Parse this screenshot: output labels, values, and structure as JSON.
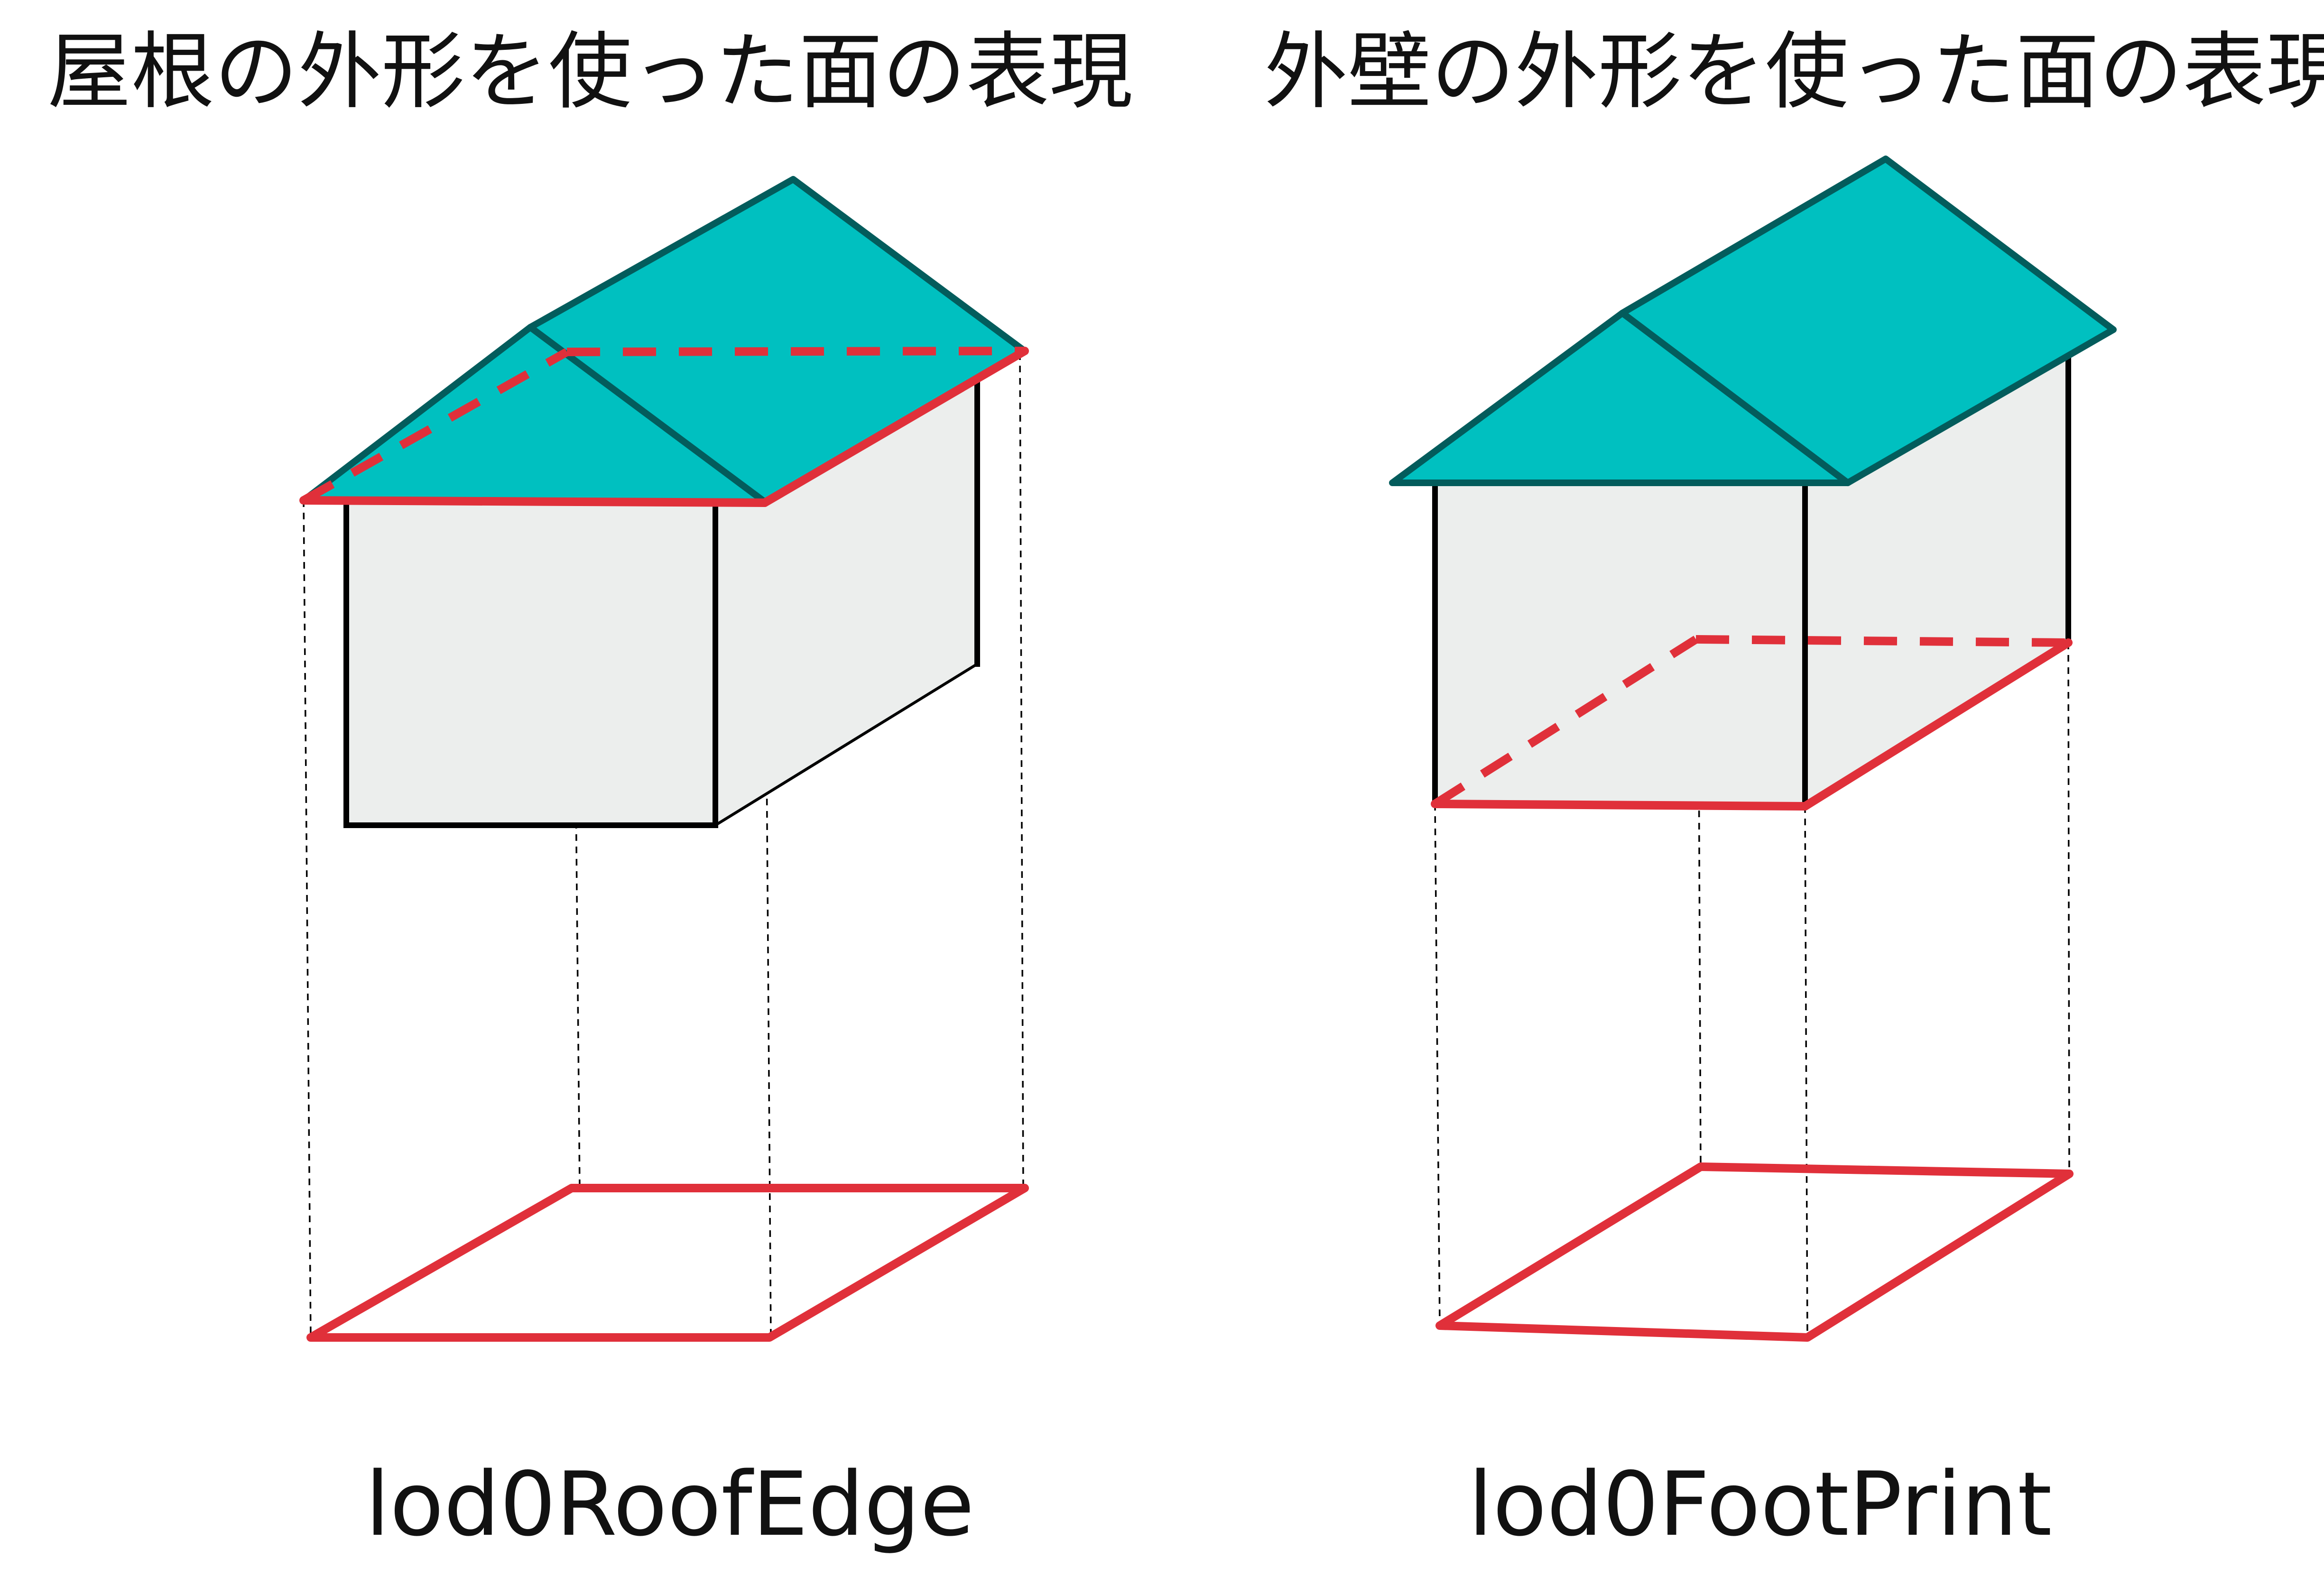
{
  "diagram": {
    "left_panel": {
      "title": "屋根の外形を使った面の表現",
      "caption": "lod0RoofEdge"
    },
    "right_panel": {
      "title": "外壁の外形を使った面の表現",
      "caption": "lod0FootPrint"
    },
    "colors": {
      "roof_fill": "#00c0c0",
      "roof_stroke": "#035c5c",
      "wall_fill": "#eceeed",
      "wall_stroke": "#000000",
      "outline_red": "#e0303a",
      "projection_line": "#000000"
    }
  }
}
